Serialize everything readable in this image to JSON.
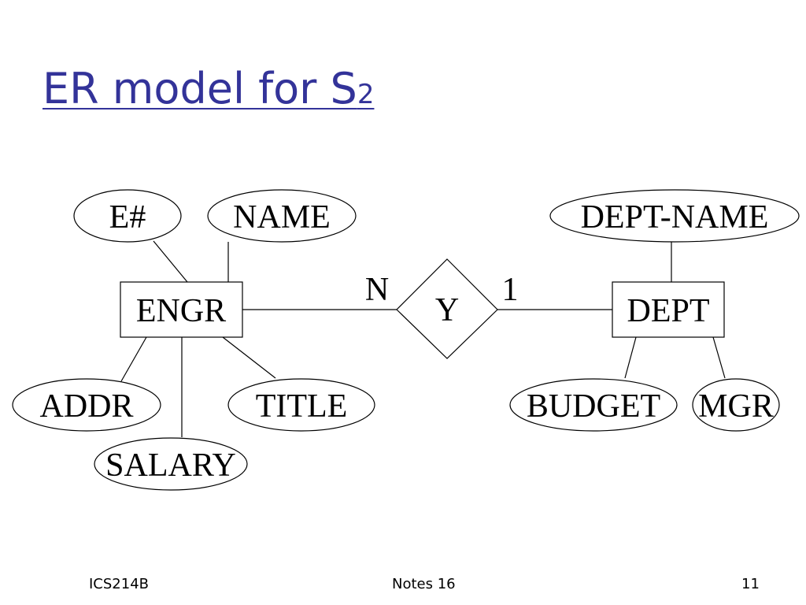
{
  "slide": {
    "title": "ER model for S",
    "title_subscript": "2"
  },
  "diagram": {
    "entities": {
      "engr": "ENGR",
      "dept": "DEPT"
    },
    "relationship": {
      "label": "Y",
      "cardinality_engr_side": "N",
      "cardinality_dept_side": "1"
    },
    "attributes": {
      "e_num": "E#",
      "name": "NAME",
      "addr": "ADDR",
      "title": "TITLE",
      "salary": "SALARY",
      "dept_name": "DEPT-NAME",
      "budget": "BUDGET",
      "mgr": "MGR"
    }
  },
  "footer": {
    "left": "ICS214B",
    "center": "Notes 16",
    "right": "11"
  }
}
